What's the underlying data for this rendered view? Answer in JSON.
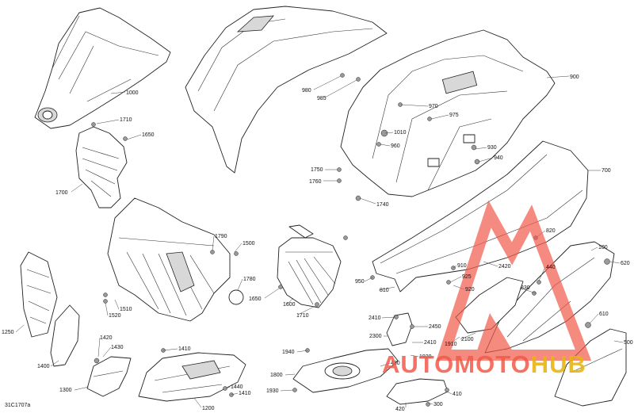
{
  "diagram_code": "31C1707a",
  "callouts": [
    {
      "id": "1000",
      "label": "1000"
    },
    {
      "id": "1710-top",
      "label": "1710"
    },
    {
      "id": "1650-top",
      "label": "1650"
    },
    {
      "id": "1700",
      "label": "1700"
    },
    {
      "id": "1790",
      "label": "1790"
    },
    {
      "id": "1500",
      "label": "1500"
    },
    {
      "id": "1780",
      "label": "1780"
    },
    {
      "id": "1510",
      "label": "1510"
    },
    {
      "id": "1520",
      "label": "1520"
    },
    {
      "id": "1650-mid",
      "label": "1650"
    },
    {
      "id": "1600",
      "label": "1600"
    },
    {
      "id": "1710-mid",
      "label": "1710"
    },
    {
      "id": "1250",
      "label": "1250"
    },
    {
      "id": "1400",
      "label": "1400"
    },
    {
      "id": "1420",
      "label": "1420"
    },
    {
      "id": "1430",
      "label": "1430"
    },
    {
      "id": "1300",
      "label": "1300"
    },
    {
      "id": "1410-top",
      "label": "1410"
    },
    {
      "id": "1440",
      "label": "1440"
    },
    {
      "id": "1410-bot",
      "label": "1410"
    },
    {
      "id": "1200",
      "label": "1200"
    },
    {
      "id": "980",
      "label": "980"
    },
    {
      "id": "985",
      "label": "985"
    },
    {
      "id": "970",
      "label": "970"
    },
    {
      "id": "975",
      "label": "975"
    },
    {
      "id": "1010",
      "label": "1010"
    },
    {
      "id": "960",
      "label": "960"
    },
    {
      "id": "900",
      "label": "900"
    },
    {
      "id": "930",
      "label": "930"
    },
    {
      "id": "940",
      "label": "940"
    },
    {
      "id": "1750",
      "label": "1750"
    },
    {
      "id": "1760",
      "label": "1760"
    },
    {
      "id": "1740",
      "label": "1740"
    },
    {
      "id": "700",
      "label": "700"
    },
    {
      "id": "820",
      "label": "820"
    },
    {
      "id": "100",
      "label": "100"
    },
    {
      "id": "620",
      "label": "620"
    },
    {
      "id": "910",
      "label": "910"
    },
    {
      "id": "2420",
      "label": "2420"
    },
    {
      "id": "925",
      "label": "925"
    },
    {
      "id": "920",
      "label": "920"
    },
    {
      "id": "950",
      "label": "950"
    },
    {
      "id": "810",
      "label": "810"
    },
    {
      "id": "440",
      "label": "440"
    },
    {
      "id": "830",
      "label": "830"
    },
    {
      "id": "610",
      "label": "610"
    },
    {
      "id": "2410",
      "label": "2410"
    },
    {
      "id": "2450",
      "label": "2450"
    },
    {
      "id": "2300",
      "label": "2300"
    },
    {
      "id": "2410-b",
      "label": "2410"
    },
    {
      "id": "1910",
      "label": "1910"
    },
    {
      "id": "2100",
      "label": "2100"
    },
    {
      "id": "1920",
      "label": "1920"
    },
    {
      "id": "430",
      "label": "430"
    },
    {
      "id": "1940",
      "label": "1940"
    },
    {
      "id": "1800",
      "label": "1800"
    },
    {
      "id": "1930",
      "label": "1930"
    },
    {
      "id": "300",
      "label": "300"
    },
    {
      "id": "410",
      "label": "410"
    },
    {
      "id": "420",
      "label": "420"
    },
    {
      "id": "500",
      "label": "500"
    }
  ],
  "watermark": {
    "text_part1": "AUTOMOTO",
    "text_part2": "HUB",
    "color1": "#f15a4a",
    "color2": "#e8b514"
  }
}
